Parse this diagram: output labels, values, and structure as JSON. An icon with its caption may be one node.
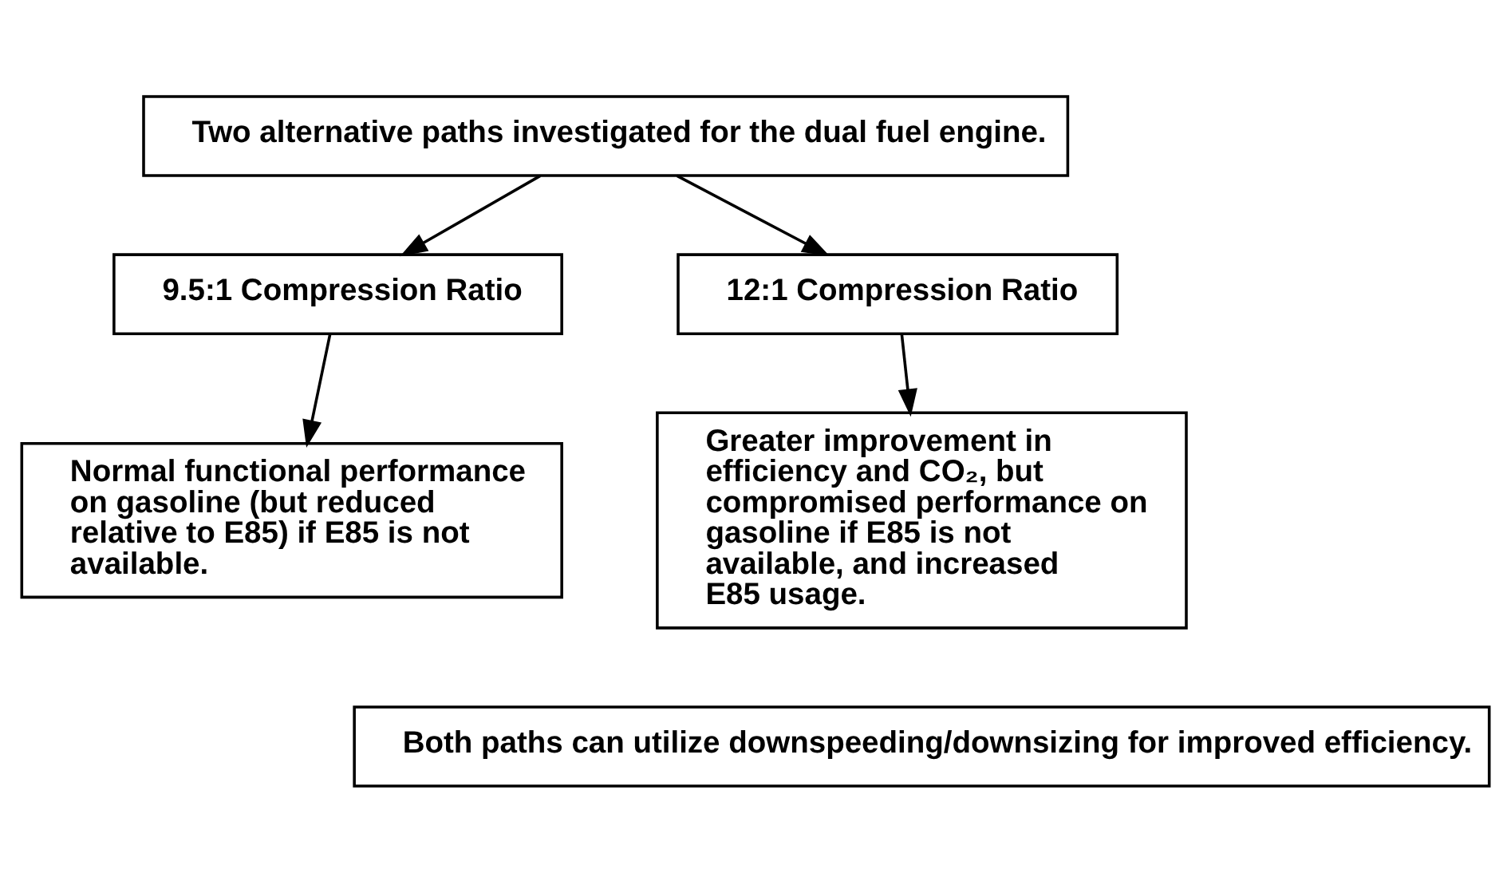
{
  "diagram": {
    "nodes": [
      {
        "text": [
          "Two alternative paths investigated for the dual fuel engine."
        ]
      },
      {
        "text": [
          "9.5:1 Compression Ratio"
        ]
      },
      {
        "text": [
          "12:1 Compression Ratio"
        ]
      },
      {
        "text": [
          "Normal functional performance on gasoline (but reduced relative to E85) if E85 is not available."
        ]
      },
      {
        "text": [
          "Greater improvement in efficiency and CO₂, but compromised performance on gasoline if E85 is not available, and increased E85 usage."
        ]
      },
      {
        "text": [
          "Both paths can utilize downspeeding/downsizing for improved efficiency."
        ]
      }
    ],
    "edges": [
      {
        "from": 0,
        "to": 1,
        "arrow": "to"
      },
      {
        "from": 0,
        "to": 2,
        "arrow": "to"
      },
      {
        "from": 1,
        "to": 3,
        "arrow": "to"
      },
      {
        "from": 2,
        "to": 4,
        "arrow": "to"
      }
    ]
  }
}
